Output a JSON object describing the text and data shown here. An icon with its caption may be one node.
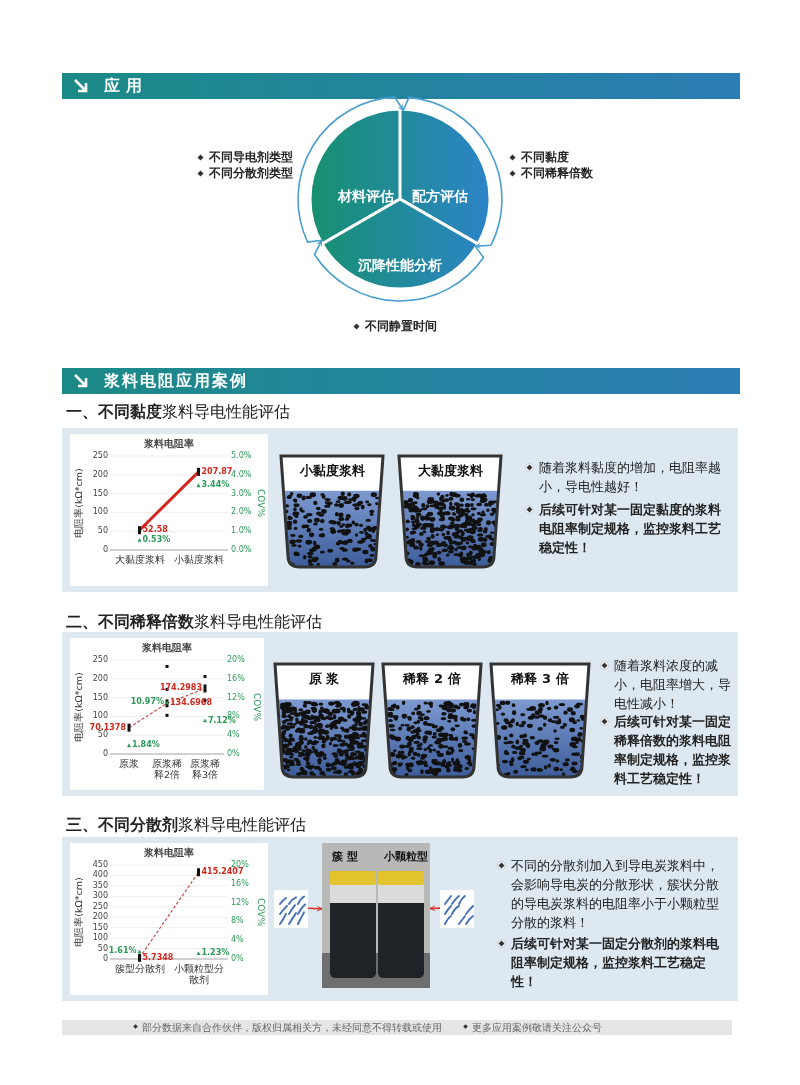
{
  "diagram": {
    "nodes": [
      {
        "text": [
          "材料评估"
        ],
        "beside": [
          "不同导电剂类型",
          "不同分散剂类型"
        ]
      },
      {
        "text": [
          "配方评估"
        ],
        "beside": [
          "不同黏度",
          "不同稀释倍数"
        ]
      },
      {
        "text": [
          "沉降性能分析"
        ],
        "beside": [
          "不同静置时间"
        ]
      },
      {
        "text": [
          "小黏度浆料"
        ]
      },
      {
        "text": [
          "大黏度浆料"
        ]
      },
      {
        "text": [
          "原 浆"
        ]
      },
      {
        "text": [
          "稀释 2 倍"
        ]
      },
      {
        "text": [
          "稀释 3 倍"
        ]
      },
      {
        "text": [],
        "shape": "picture"
      },
      {
        "text": [
          "簇 型",
          "小颗粒型"
        ]
      },
      {
        "text": [],
        "shape": "picture"
      }
    ],
    "edges": [
      {
        "from": 0,
        "to": 1,
        "arrow": "to"
      },
      {
        "from": 1,
        "to": 2,
        "arrow": "to"
      },
      {
        "from": 2,
        "to": 0,
        "arrow": "to"
      },
      {
        "from": 8,
        "to": 9,
        "arrow": "to",
        "color": "#d9312b"
      },
      {
        "from": 10,
        "to": 9,
        "arrow": "to",
        "color": "#d9312b"
      }
    ],
    "labels": [
      "应用",
      "浆料电阻应用案例",
      "**一、不同黏度**浆料导电性能评估",
      "浆料电阻率",
      "250",
      "200",
      "150",
      "100",
      "50",
      "0",
      "5.0%",
      "4.0%",
      "3.0%",
      "2.0%",
      "1.0%",
      "0.0%",
      "电阻率(kΩ*cm)",
      "COV%",
      "207.87",
      "3.44%",
      "52.58",
      "0.53%",
      "大黏度浆料",
      "小黏度浆料",
      "随着浆料黏度的增加，电阻率越小，导电性越好！",
      "后续可针对某一固定黏度的浆料电阻率制定规格，监控浆料工艺稳定性！",
      "**二、不同稀释倍数**浆料导电性能评估",
      "浆料电阻率",
      "250",
      "200",
      "150",
      "100",
      "50",
      "0",
      "20%",
      "16%",
      "12%",
      "8%",
      "4%",
      "0%",
      "电阻率(kΩ*cm)",
      "COV%",
      "174.2983",
      "10.97%",
      "134.6968",
      "70.1378",
      "7.12%",
      "1.84%",
      "原浆",
      "原浆稀释2倍",
      "原浆稀释3倍",
      "随着浆料浓度的减小，电阻率增大，导电性减小！",
      "后续可针对某一固定稀释倍数的浆料电阻率制定规格，监控浆料工艺稳定性！",
      "**三、不同分散剂**浆料导电性能评估",
      "浆料电阻率",
      "450",
      "400",
      "350",
      "300",
      "250",
      "200",
      "150",
      "100",
      "50",
      "0",
      "20%",
      "16%",
      "12%",
      "8%",
      "4%",
      "0%",
      "电阻率(kΩ*cm)",
      "COV%",
      "415.2407",
      "1.61%",
      "5.7348",
      "1.23%",
      "簇型分散剂",
      "小颗粒型分散剂",
      "不同的分散剂加入到导电炭浆料中，会影响导电炭的分散形状，簇状分散的导电炭浆料的电阻率小于小颗粒型分散的浆料！",
      "后续可针对某一固定分散剂的浆料电阻率制定规格，监控浆料工艺稳定性！",
      "部分数据来自合作伙伴，版权归属相关方，未经同意不得转载或使用",
      "更多应用案例敬请关注公众号"
    ]
  }
}
